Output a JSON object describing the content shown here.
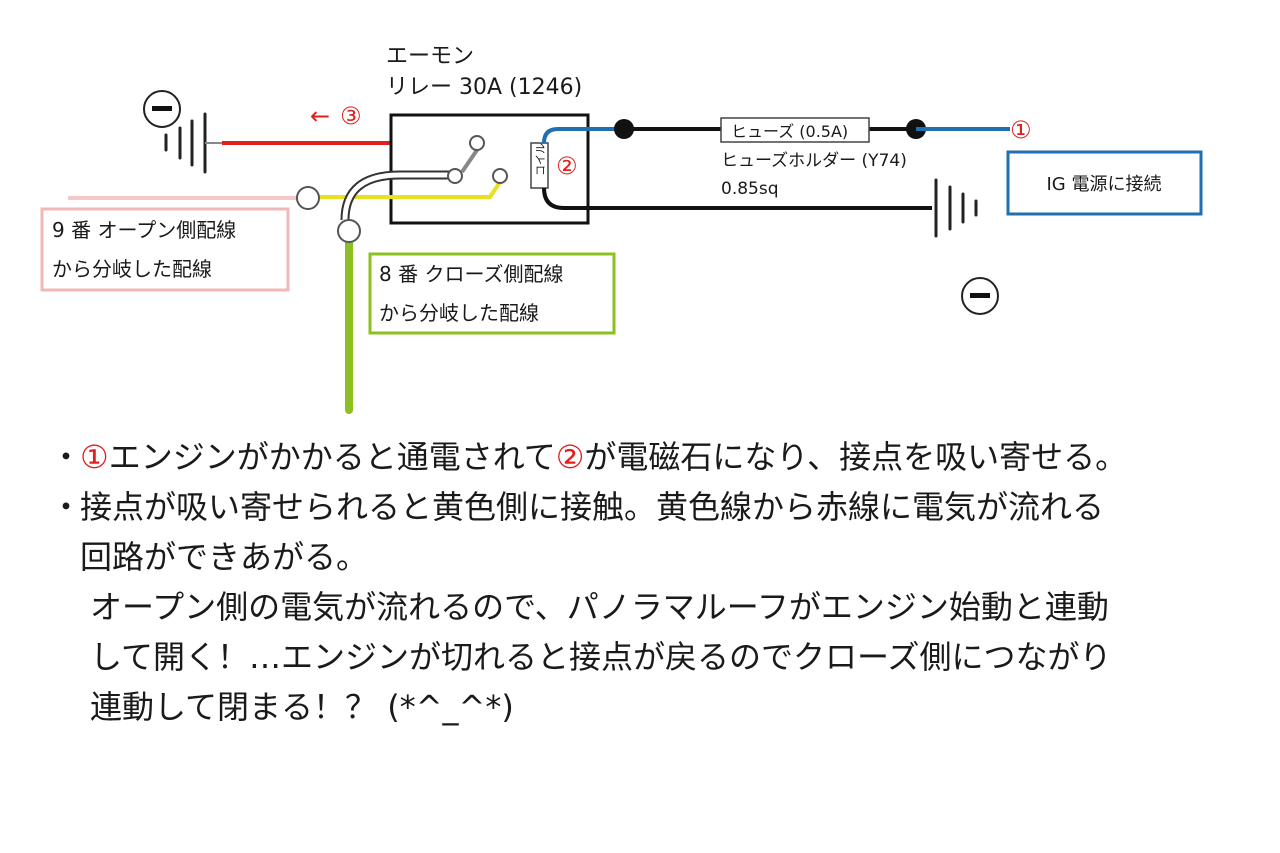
{
  "diagram": {
    "relay_title_line1": "エーモン",
    "relay_title_line2": "リレー 30A (1246)",
    "coil_label": "コイル",
    "marker_1": "①",
    "marker_2": "②",
    "marker_3": "③",
    "arrow_3": "←",
    "fuse_label": "ヒューズ (0.5A)",
    "fuse_holder_label": "ヒューズホルダー (Y74)",
    "wire_gauge": "0.85sq",
    "ig_box": "IG 電源に接続",
    "ground_sign": "−",
    "open_box_line1": "9 番 オープン側配線",
    "open_box_line2": "から分岐した配線",
    "close_box_line1": "8 番 クローズ側配線",
    "close_box_line2": "から分岐した配線"
  },
  "notes": {
    "bullet": "・",
    "p1_m1": "①",
    "p1_a": "エンジンがかかると通電されて",
    "p1_m2": "②",
    "p1_b": "が電磁石になり、接点を吸い寄せる。",
    "p2_line1": "接点が吸い寄せられると黄色側に接触。黄色線から赤線に電気が流れる",
    "p2_line2": "回路ができあがる。",
    "p3_line1": "オープン側の電気が流れるので、パノラマルーフがエンジン始動と連動",
    "p3_line2": "して開く！…エンジンが切れると接点が戻るのでクローズ側につながり",
    "p3_line3": "連動して閉まる！？ (*^_^*)"
  },
  "colors": {
    "red_wire": "#e02020",
    "blue_wire": "#1f6fb2",
    "yellow_wire": "#e8e020",
    "green_wire": "#8cc020",
    "pink_wire": "#f4c8c8",
    "ig_box_border": "#1f6fb2",
    "open_box_border": "#f0b8b8",
    "close_box_border": "#8cc020",
    "marker_color": "#e02020"
  }
}
